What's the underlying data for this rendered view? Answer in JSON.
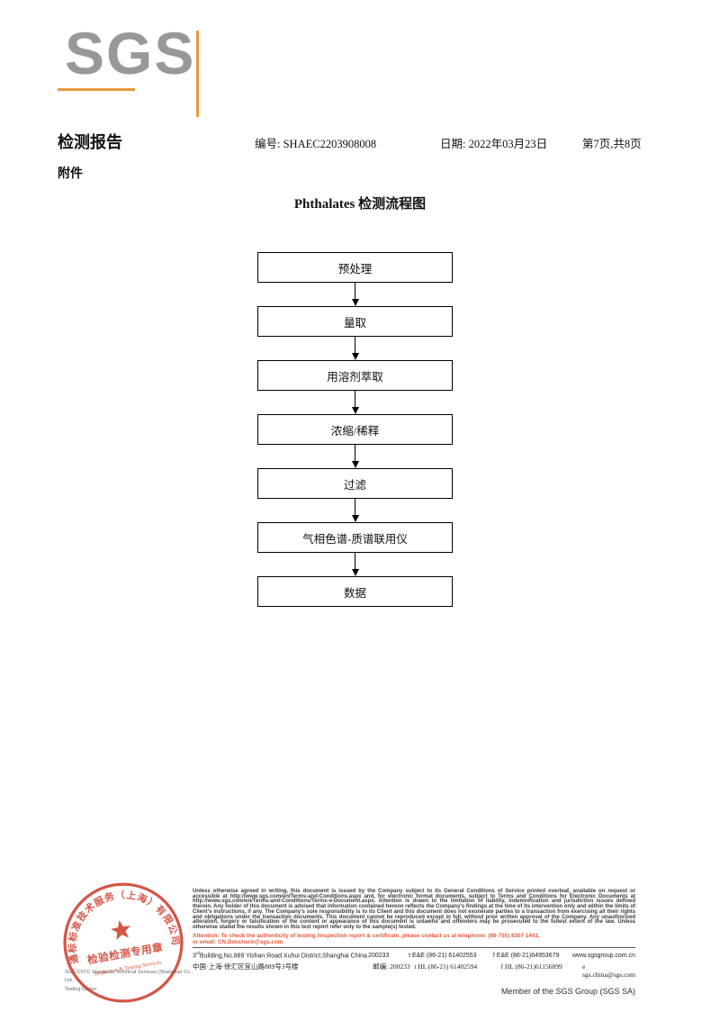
{
  "logo": {
    "text": "SGS"
  },
  "header": {
    "title": "检测报告",
    "report_no": "编号: SHAEC2203908008",
    "date": "日期: 2022年03月23日",
    "page_info": "第7页,共8页",
    "attachment": "附件"
  },
  "flow": {
    "title": "Phthalates 检测流程图",
    "steps": [
      "预处理",
      "量取",
      "用溶剂萃取",
      "浓缩/稀释",
      "过滤",
      "气相色谱-质谱联用仪",
      "数据"
    ]
  },
  "seal": {
    "ring_text": "通标标准技术服务（上海）有限公司",
    "title": "检验检测专用章",
    "subtitle": "Inspection & Testing Services"
  },
  "footer": {
    "company_line1": "SGS-CSTC Standards Technical Services (Shanghai) Co., Ltd.",
    "company_line2": "Testing Center",
    "disclaimer": "Unless otherwise agreed in writing, this document is issued by the Company subject to its General Conditions of Service printed overleaf, available on request or accessible at http://www.sgs.com/en/Terms-and-Conditions.aspx and, for electronic format documents, subject to Terms and Conditions for Electronic Documents at http://www.sgs.com/en/Terms-and-Conditions/Terms-e-Document.aspx. Attention is drawn to the limitation of liability, indemnification and jurisdiction issues defined therein. Any holder of this document is advised that information contained hereon reflects the Company's findings at the time of its intervention only and within the limits of Client's instructions, if any. The Company's sole responsibility is to its Client and this document does not exonerate parties to a transaction from exercising all their rights and obligations under the transaction documents. This document cannot be reproduced except in full, without prior written approval of the Company. Any unauthorized alteration, forgery or falsification of the content or appearance of this document is unlawful and offenders may be prosecuted to the fullest extent of the law. Unless otherwise stated the results shown in this test report refer only to the sample(s) tested.",
    "attention1": "Attention: To check the authenticity of testing /inspection report & certificate, please contact us at telephone: (86-755) 8307 1443,",
    "attention2": "or email: CN.Doccheck@sgs.com",
    "addr_en": {
      "base": "3",
      "sup": "rd",
      "rest": "Building,No.889 Yishan Road Xuhui District,Shanghai China",
      "post": "200233",
      "tel": "t E&E (86-21) 61402553",
      "fax": "f E&E (86-21)64953679",
      "web": "www.sgsgroup.com.cn"
    },
    "addr_cn": {
      "addr": "中国·上海·徐汇区宜山路889号3号楼",
      "post": "邮编: 200233",
      "tel": "t HL (86-21) 61402594",
      "fax": "f HL (86-21)61156899",
      "email": "e  sgs.china@sgs.com"
    },
    "member": "Member of the SGS Group (SGS SA)"
  }
}
